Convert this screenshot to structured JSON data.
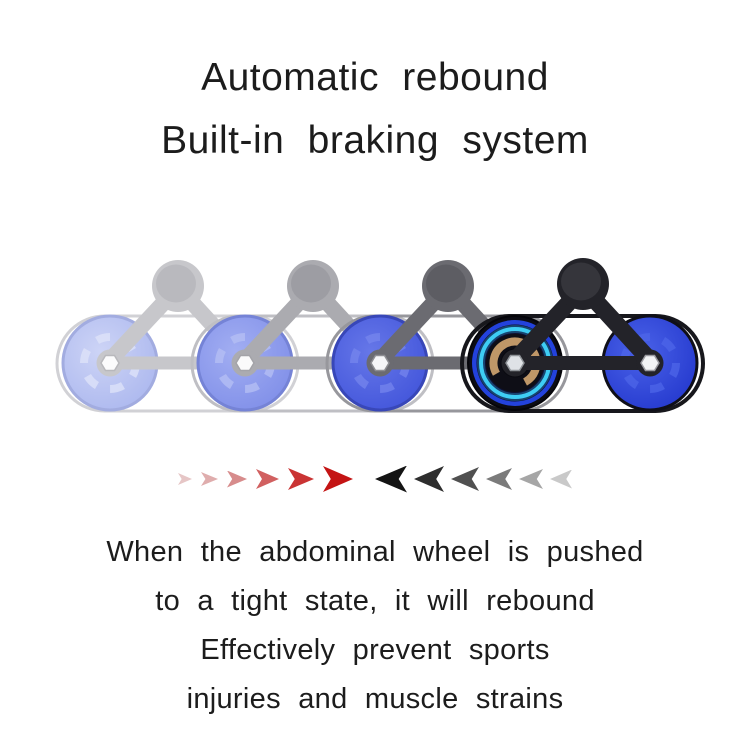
{
  "title": {
    "line1": "Automatic rebound",
    "line2": "Built-in braking system"
  },
  "description": {
    "line1": "When the abdominal wheel is pushed",
    "line2": "to a tight state, it will rebound",
    "line3": "Effectively prevent sports",
    "line4": "injuries and muscle strains"
  },
  "illustration": {
    "subject": "double-wheel ab roller rebound motion sequence",
    "stages": [
      {
        "name": "roller-position-1-most-faded"
      },
      {
        "name": "roller-position-2-faded"
      },
      {
        "name": "roller-position-3-semi-solid"
      },
      {
        "name": "roller-position-4-solid-with-brake-glow"
      }
    ],
    "colors": {
      "wheel_blue": "#2c47da",
      "brake_glow_cyan": "#3ecdf4",
      "frame_black": "#232329",
      "spring_bronze": "#bf9768"
    }
  },
  "arrows": {
    "push": {
      "icon": "arrow-right-icon",
      "direction": "right",
      "sizes": [
        14,
        17,
        20,
        23,
        26,
        30
      ],
      "colors": [
        "#e6c6c6",
        "#dfadad",
        "#d78c8c",
        "#d16060",
        "#ca3434",
        "#c41414"
      ]
    },
    "rebound": {
      "icon": "arrow-left-icon",
      "direction": "left",
      "sizes": [
        32,
        30,
        28,
        26,
        24,
        22
      ],
      "colors": [
        "#141414",
        "#2e2e2e",
        "#505050",
        "#7b7b7b",
        "#a6a6a6",
        "#c9c9c9"
      ]
    }
  },
  "colors": {
    "background": "#ffffff",
    "text": "#1c1c1c",
    "accent_red": "#c41414"
  }
}
